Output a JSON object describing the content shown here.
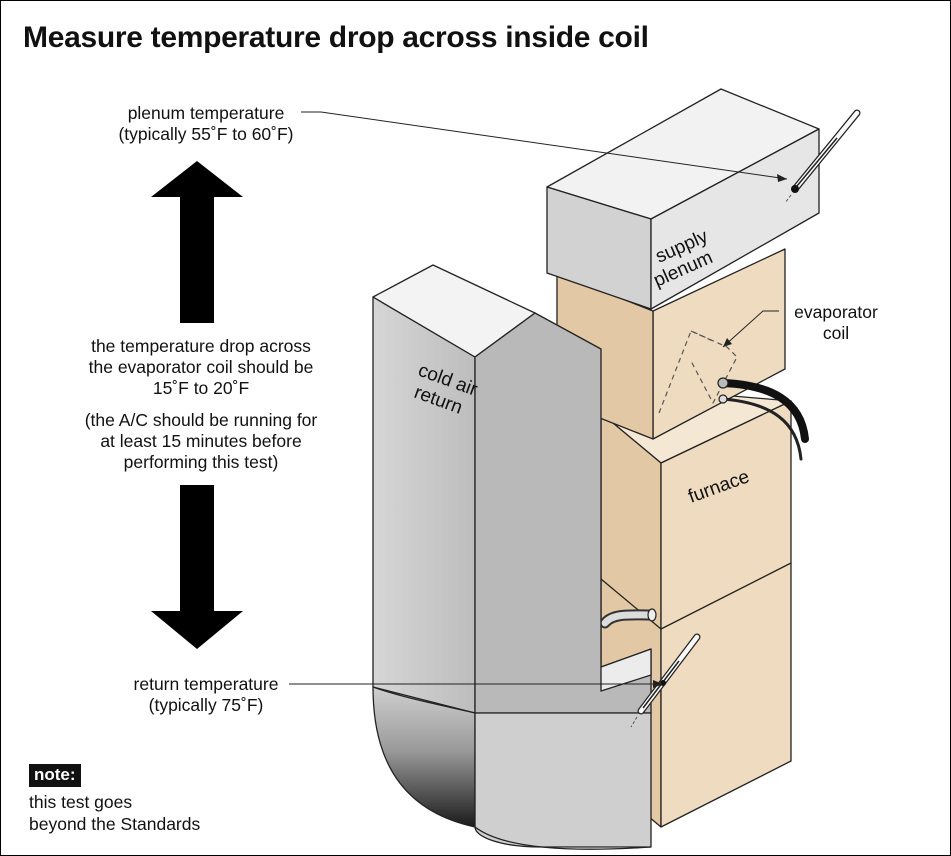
{
  "title": "Measure temperature drop across inside coil",
  "plenum_temperature": {
    "line1": "plenum temperature",
    "line2": "(typically 55˚F to 60˚F)"
  },
  "temperature_drop": {
    "line1": "the temperature drop across",
    "line2": "the evaporator coil should be",
    "line3": "15˚F to 20˚F"
  },
  "running_note": {
    "line1": "(the A/C should be running for",
    "line2": "at least 15 minutes before",
    "line3": "performing this test)"
  },
  "return_temperature": {
    "line1": "return temperature",
    "line2": "(typically 75˚F)"
  },
  "evaporator_coil": {
    "line1": "evaporator",
    "line2": "coil"
  },
  "component_labels": {
    "supply_plenum_1": "supply",
    "supply_plenum_2": "plenum",
    "cold_air_1": "cold air",
    "cold_air_2": "return",
    "furnace": "furnace"
  },
  "note": {
    "badge": "note:",
    "line1": "this test goes",
    "line2": "beyond the Standards"
  },
  "colors": {
    "furnace_face": "#efdcc0",
    "furnace_side": "#e2c8a4",
    "furnace_top": "#f4e8d4",
    "duct_gray": "#c9c9c9",
    "plenum_gray": "#e6e6e6",
    "arrow": "#000000"
  },
  "icons": [
    "up-arrow",
    "down-arrow",
    "thermometer",
    "thermometer"
  ]
}
